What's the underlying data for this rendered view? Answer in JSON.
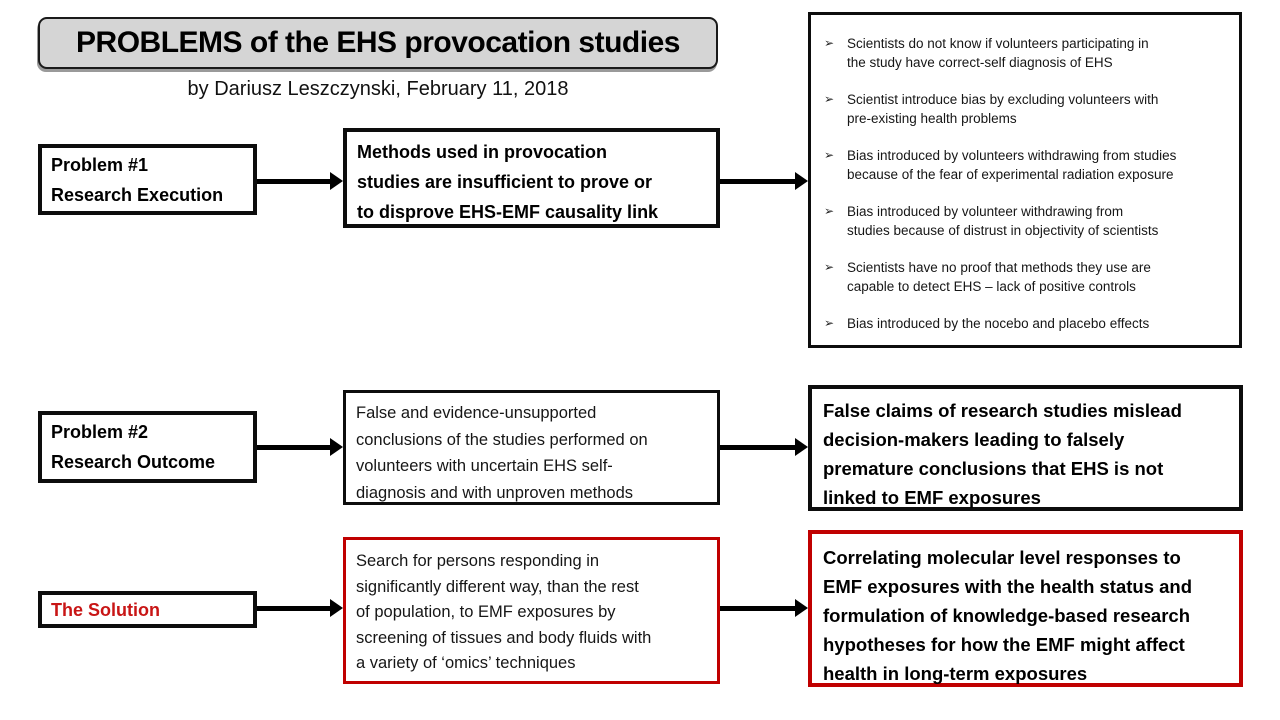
{
  "header": {
    "title": "PROBLEMS of the EHS provocation studies",
    "byline": "by Dariusz Leszczynski, February 11, 2018"
  },
  "colors": {
    "accent_red": "#c00000",
    "title_background": "#d5d5d5",
    "border_black": "#0d0d0d"
  },
  "icons": {
    "bullet_glyph": "➢"
  },
  "row1": {
    "label": "Problem #1\nResearch Execution",
    "middle": "Methods used in provocation\nstudies are insufficient to prove or\nto disprove EHS-EMF causality link"
  },
  "bullets": {
    "items": [
      "Scientists do not know if volunteers participating in\nthe study have correct-self diagnosis of EHS",
      "Scientist introduce bias by excluding volunteers with\npre-existing health problems",
      "Bias introduced by volunteers withdrawing from studies\nbecause of the fear of experimental radiation exposure",
      "Bias introduced by volunteer withdrawing from\nstudies because of distrust in objectivity of scientists",
      "Scientists have no proof that methods they use are\ncapable to detect EHS – lack of positive controls",
      "Bias introduced by the nocebo and placebo effects"
    ]
  },
  "row2": {
    "label": "Problem #2\nResearch Outcome",
    "middle": "False and evidence-unsupported\nconclusions of the studies performed on\nvolunteers with uncertain EHS self-\ndiagnosis and with unproven methods",
    "right": "False claims of research studies mislead\ndecision-makers leading to falsely\npremature conclusions that EHS is not\nlinked to EMF exposures"
  },
  "row3": {
    "label": "The Solution",
    "middle": "Search for persons responding in\nsignificantly different way, than the rest\nof population, to EMF exposures by\nscreening of tissues and body fluids with\na variety of ‘omics’ techniques",
    "right": "Correlating molecular level responses to\nEMF exposures with the health status and\nformulation of knowledge-based research\nhypotheses for how the EMF might affect\nhealth in long-term exposures"
  }
}
